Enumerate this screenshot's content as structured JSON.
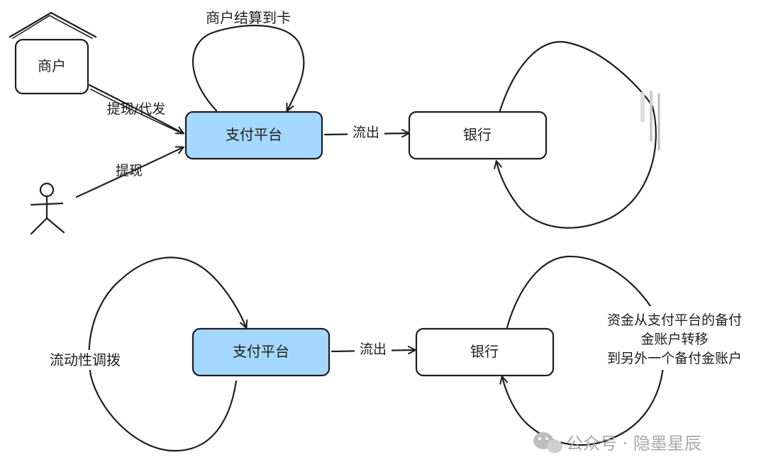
{
  "colors": {
    "line": "#1e1e1e",
    "platform_fill": "#a5d8ff",
    "bank_fill": "#ffffff",
    "watermark": "#a8a8a8"
  },
  "top": {
    "merchant": "商户",
    "settlement_label": "商户结算到卡",
    "withdraw_pay_label": "提现/代发",
    "withdraw_label": "提现",
    "platform": "支付平台",
    "outflow_label": "流出",
    "bank": "银行"
  },
  "bottom": {
    "liquidity_label": "流动性调拨",
    "platform": "支付平台",
    "outflow_label": "流出",
    "bank": "银行",
    "transfer_note": [
      "资金从支付平台的备付",
      "金账户转移",
      "到另外一个备付金账户"
    ]
  },
  "watermark": {
    "icon": "wechat-icon",
    "text": "公众号 · 隐墨星辰"
  }
}
